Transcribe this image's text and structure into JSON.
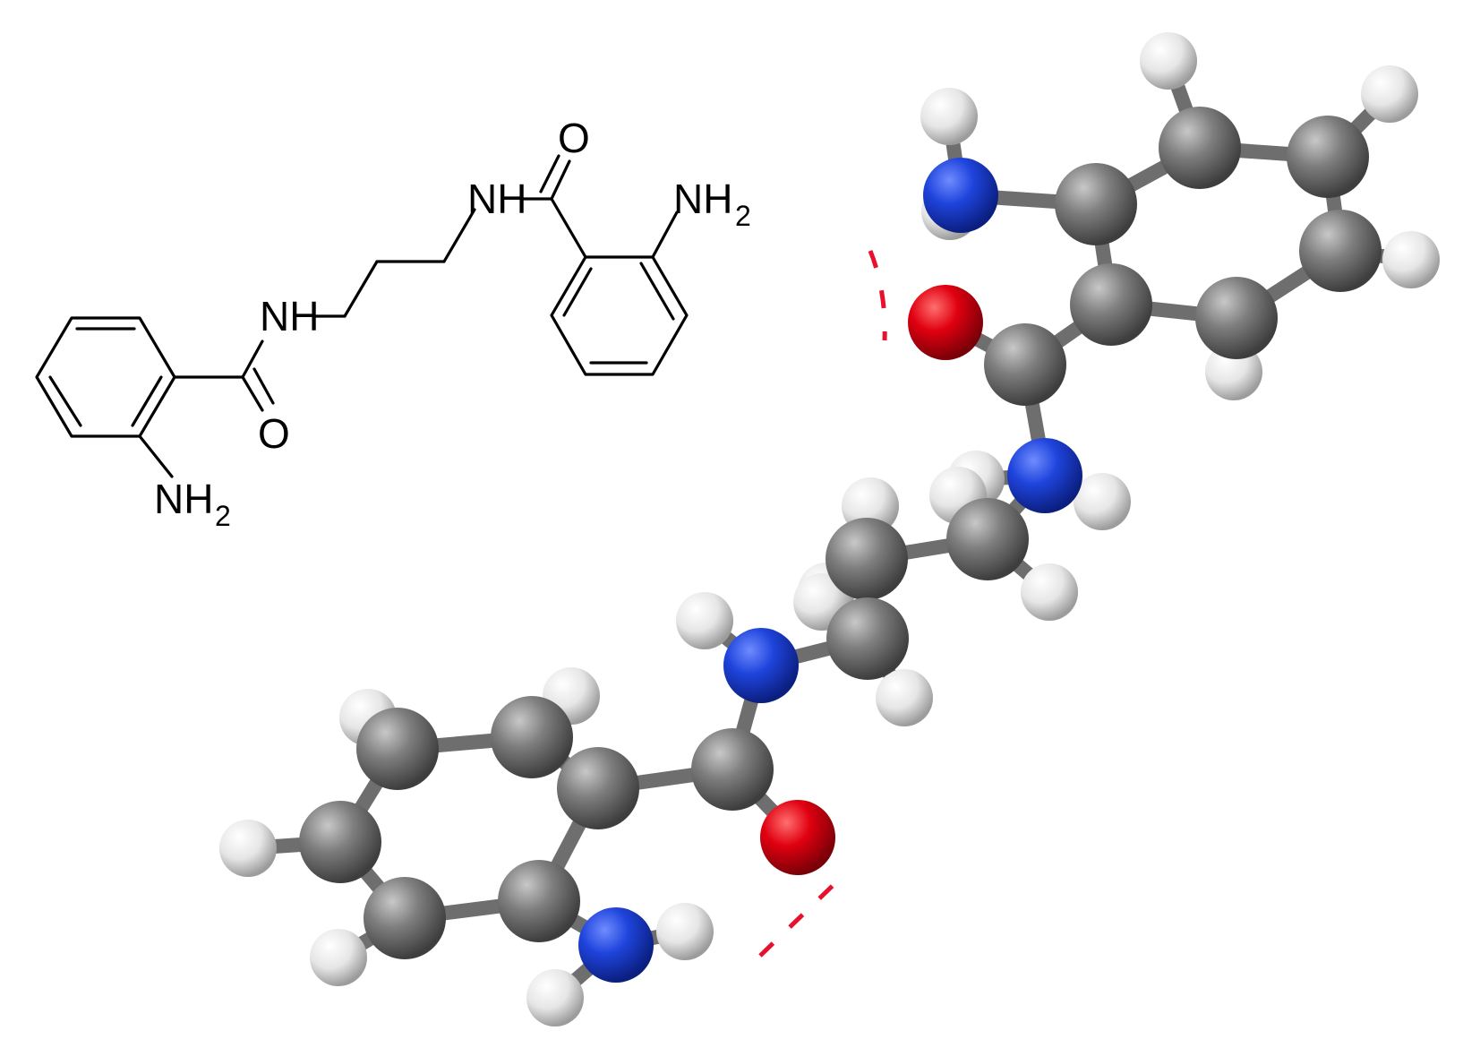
{
  "structure_2d": {
    "labels": {
      "nh_top": "NH",
      "o_top": "O",
      "nh2_top": "NH",
      "nh2_top_sub": "2",
      "nh_left": "NH",
      "o_left": "O",
      "nh2_left": "NH",
      "nh2_left_sub": "2"
    }
  },
  "model_3d": {
    "colors": {
      "carbon": "#7a7a7a",
      "nitrogen": "#1c3fd6",
      "oxygen": "#e00010",
      "hydrogen": "#e8e8e8",
      "bond": "#6e6e6e",
      "hbond": "#e8112d"
    },
    "atoms": [
      {
        "el": "H"
      },
      {
        "el": "H"
      },
      {
        "el": "H"
      },
      {
        "el": "H"
      },
      {
        "el": "H"
      },
      {
        "el": "H"
      },
      {
        "el": "H"
      },
      {
        "el": "N"
      },
      {
        "el": "C"
      },
      {
        "el": "C"
      },
      {
        "el": "C"
      },
      {
        "el": "C"
      },
      {
        "el": "C"
      },
      {
        "el": "C"
      },
      {
        "el": "O"
      },
      {
        "el": "C"
      },
      {
        "el": "N"
      },
      {
        "el": "H"
      },
      {
        "el": "C"
      },
      {
        "el": "H"
      },
      {
        "el": "H"
      },
      {
        "el": "C"
      },
      {
        "el": "H"
      },
      {
        "el": "H"
      },
      {
        "el": "C"
      },
      {
        "el": "H"
      },
      {
        "el": "H"
      },
      {
        "el": "N"
      },
      {
        "el": "H"
      },
      {
        "el": "C"
      },
      {
        "el": "O"
      },
      {
        "el": "C"
      },
      {
        "el": "C"
      },
      {
        "el": "C"
      },
      {
        "el": "C"
      },
      {
        "el": "C"
      },
      {
        "el": "C"
      },
      {
        "el": "N"
      },
      {
        "el": "H"
      },
      {
        "el": "H"
      },
      {
        "el": "H"
      },
      {
        "el": "H"
      },
      {
        "el": "H"
      },
      {
        "el": "H"
      }
    ]
  }
}
